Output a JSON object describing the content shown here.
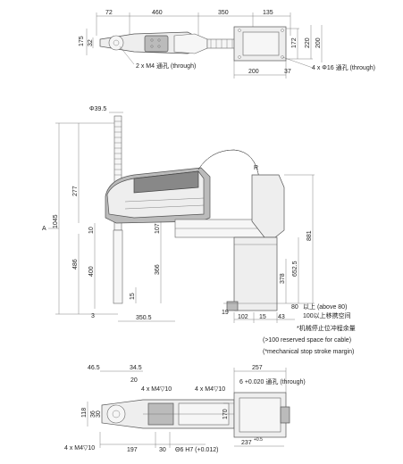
{
  "colors": {
    "line": "#444444",
    "body_fill": "#eeeeee",
    "shade": "#bbbbbb",
    "dark_shade": "#888888"
  },
  "top_view": {
    "dims": [
      "72",
      "460",
      "350",
      "135",
      "175",
      "32",
      "172",
      "220",
      "200",
      "200",
      "37"
    ],
    "notes": {
      "m4_holes": "2 x M4 通孔 (through)",
      "phi16_holes": "4 x Φ16 通孔 (through)"
    }
  },
  "side_view": {
    "dims": [
      "Φ39.5",
      "277",
      "1045",
      "10",
      "486",
      "400",
      "366",
      "15",
      "3",
      "107",
      "350.5",
      "R",
      "881",
      "652.5",
      "378",
      "19",
      "102",
      "15",
      "43",
      "80"
    ],
    "label_a": "A",
    "notes": {
      "above80": "以上 (above 80)",
      "space_cn": "100以上移携空间",
      "stop_cn": "*机械停止位冲程余量",
      "reserved_en": "(>100 reserved space for cable)",
      "stop_en": "(*mechanical stop stroke margin)"
    }
  },
  "bottom_view": {
    "dims": [
      "46.5",
      "34.5",
      "20",
      "257",
      "118",
      "36",
      "30",
      "170",
      "197",
      "30",
      "237"
    ],
    "notes": {
      "m4_depth_a": "4 x M4▽10",
      "m4_depth_b": "4 x M4▽10",
      "m4_depth_c": "4 x M4▽10",
      "hole6_top": "6  +0.020 通孔 (through)",
      "hole6_bottom": "Θ6 H7 (+0.012)",
      "tol_237": "+0.5"
    }
  }
}
